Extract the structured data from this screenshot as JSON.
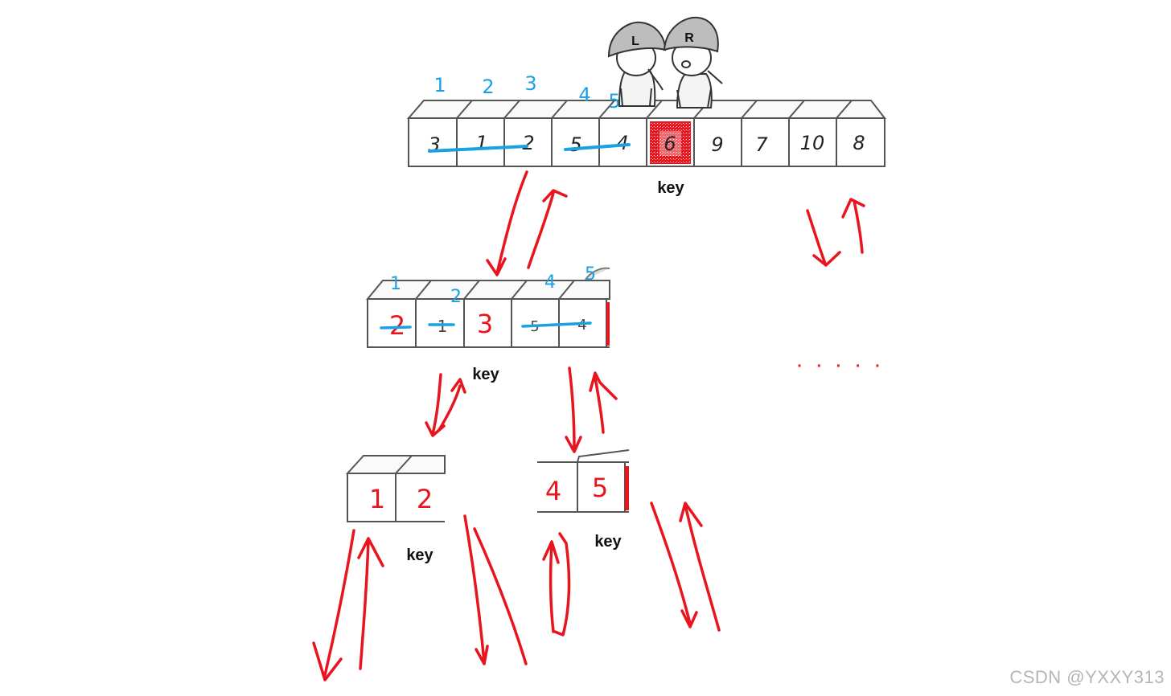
{
  "top_array": {
    "values": [
      "3",
      "1",
      "2",
      "5",
      "4",
      "6",
      "9",
      "7",
      "10",
      "8"
    ],
    "key_label": "key",
    "blue_indices": [
      "1",
      "2",
      "3",
      "4",
      "5"
    ],
    "characters": {
      "left": "L",
      "right": "R"
    }
  },
  "mid_array": {
    "values": [
      "2",
      "1",
      "3",
      "5",
      "4"
    ],
    "key_label": "key",
    "blue_indices": [
      "1",
      "2",
      "4",
      "5"
    ]
  },
  "left_array": {
    "values": [
      "1",
      "2"
    ],
    "key_label": "key"
  },
  "right_array": {
    "values": [
      "4",
      "5"
    ],
    "key_label": "key"
  },
  "ellipsis": "· · · · ·",
  "watermark": "CSDN @YXXY313",
  "colors": {
    "red": "#e8141e",
    "blue": "#1ba1e2",
    "outline": "#555555"
  }
}
